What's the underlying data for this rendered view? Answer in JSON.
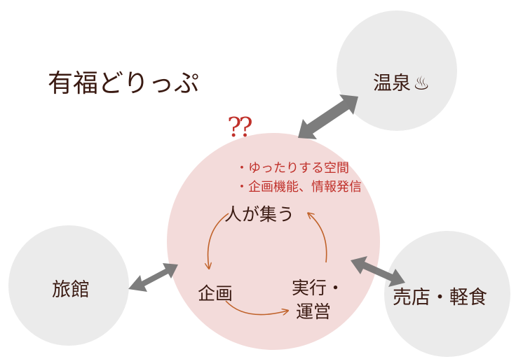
{
  "title": "有福どりっぷ",
  "question_marks": "??",
  "center": {
    "bullets": [
      "・ゆったりする空間",
      "・企画機能、情報発信"
    ],
    "cycle": {
      "gather": "人が集う",
      "plan": "企画",
      "execute_line1": "実行・",
      "execute_line2": "運営"
    }
  },
  "nodes": {
    "onsen": {
      "label": "温泉",
      "icon": "hot-spring-icon",
      "icon_glyph": "♨"
    },
    "ryokan": {
      "label": "旅館"
    },
    "shop": {
      "label": "売店・軽食"
    }
  },
  "colors": {
    "center": "#f2dcdb",
    "node": "#ebebeb",
    "arrow": "#6f6f6f",
    "cycle": "#c0622a",
    "red": "#c0302a",
    "text": "#3a1a12"
  }
}
